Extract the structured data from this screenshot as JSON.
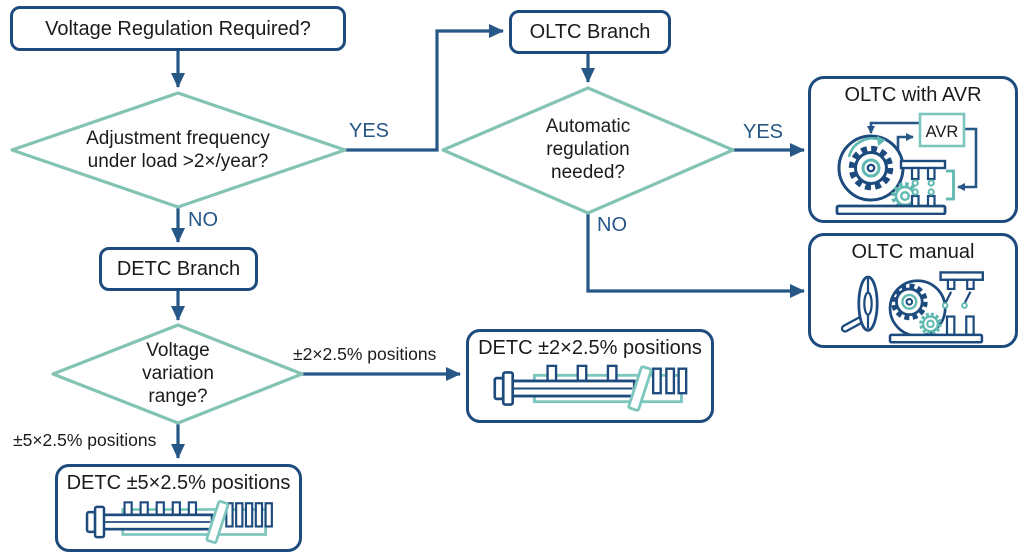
{
  "diagram": {
    "nodes": {
      "start": {
        "label": "Voltage Regulation Required?"
      },
      "freq_decision": {
        "lines": [
          "Adjustment frequency",
          "under load >2×/year?"
        ]
      },
      "oltc_branch": {
        "label": "OLTC Branch"
      },
      "auto_decision": {
        "lines": [
          "Automatic",
          "regulation",
          "needed?"
        ]
      },
      "oltc_avr": {
        "label": "OLTC with AVR",
        "avr_box": "AVR"
      },
      "oltc_manual": {
        "label": "OLTC manual"
      },
      "detc_branch": {
        "label": "DETC Branch"
      },
      "range_decision": {
        "lines": [
          "Voltage",
          "variation",
          "range?"
        ]
      },
      "detc_pos2": {
        "label": "DETC ±2×2.5% positions"
      },
      "detc_pos5": {
        "label": "DETC ±5×2.5% positions"
      }
    },
    "edge_labels": {
      "freq_yes": "YES",
      "freq_no": "NO",
      "auto_yes": "YES",
      "auto_no": "NO",
      "range_pos2": "±2×2.5% positions",
      "range_pos5": "±5×2.5% positions"
    },
    "icons": {
      "oltc_avr_icon": "motor-gears-avr-feedback",
      "oltc_manual_icon": "handwheel-gears-switch-contacts",
      "detc_pos2_icon": "tap-selector-shaft-6-pins",
      "detc_pos5_icon": "tap-selector-shaft-10-pins"
    },
    "colors": {
      "line_blue": "#265787",
      "border_navy": "#1d4b7e",
      "diamond_teal": "#83c3b3",
      "icon_teal": "#5fb9b0",
      "text": "#1b1b1b"
    }
  }
}
